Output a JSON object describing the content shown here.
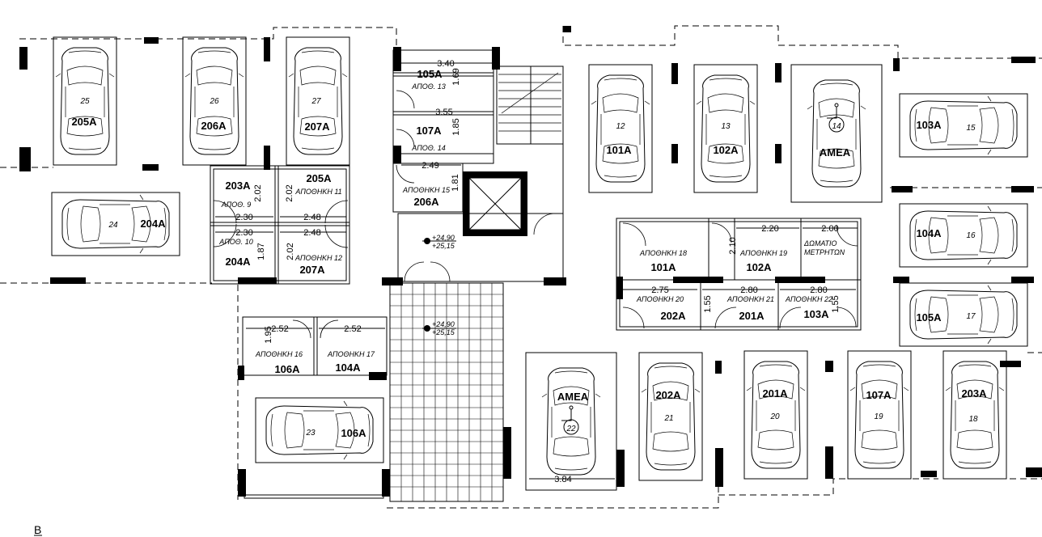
{
  "corner_label": "B",
  "parking_spaces": [
    {
      "num": "25",
      "unit": "205A"
    },
    {
      "num": "26",
      "unit": "206A"
    },
    {
      "num": "27",
      "unit": "207A"
    },
    {
      "num": "24",
      "unit": "204A"
    },
    {
      "num": "23",
      "unit": "106A"
    },
    {
      "num": "12",
      "unit": "101A"
    },
    {
      "num": "13",
      "unit": "102A"
    },
    {
      "num": "14",
      "unit": "ΑΜΕΑ"
    },
    {
      "num": "15",
      "unit": "103A"
    },
    {
      "num": "16",
      "unit": "104A"
    },
    {
      "num": "17",
      "unit": "105A"
    },
    {
      "num": "22",
      "unit": "ΑΜΕΑ"
    },
    {
      "num": "21",
      "unit": "202A"
    },
    {
      "num": "20",
      "unit": "201A"
    },
    {
      "num": "19",
      "unit": "107A"
    },
    {
      "num": "18",
      "unit": "203A"
    }
  ],
  "storage_rooms": [
    {
      "name": "ΑΠΟΘ. 9",
      "unit": "203A"
    },
    {
      "name": "ΑΠΟΘ. 10",
      "unit": "204A"
    },
    {
      "name": "ΑΠΟΘΗΚΗ 11",
      "unit": "205A"
    },
    {
      "name": "ΑΠΟΘΗΚΗ 12",
      "unit": "207A"
    },
    {
      "name": "ΑΠΟΘ. 13",
      "unit": "105A"
    },
    {
      "name": "ΑΠΟΘ. 14",
      "unit": "107A"
    },
    {
      "name": "ΑΠΟΘΗΚΗ 15",
      "unit": "206A"
    },
    {
      "name": "ΑΠΟΘΗΚΗ 16",
      "unit": "106A"
    },
    {
      "name": "ΑΠΟΘΗΚΗ 17",
      "unit": "104A"
    },
    {
      "name": "ΑΠΟΘΗΚΗ 18",
      "unit": "101A"
    },
    {
      "name": "ΑΠΟΘΗΚΗ 19",
      "unit": "102A"
    },
    {
      "name": "ΑΠΟΘΗΚΗ 20",
      "unit": "202A"
    },
    {
      "name": "ΑΠΟΘΗΚΗ 21",
      "unit": "201A"
    },
    {
      "name": "ΑΠΟΘΗΚΗ 22",
      "unit": "103A"
    }
  ],
  "meter_room": [
    "ΔΩΜΑΤΙΟ",
    "ΜΕΤΡΗΤΩΝ"
  ],
  "dimensions": [
    "2.02",
    "2.02",
    "2.30",
    "2.48",
    "2.30",
    "2.48",
    "1.87",
    "2.02",
    "3.40",
    "1.69",
    "3.55",
    "1.85",
    "2.49",
    "1.81",
    "2.20",
    "2.00",
    "2.10",
    "2.75",
    "2.80",
    "2.80",
    "1.55",
    "1.55",
    "1.95",
    "2.52",
    "2.52",
    "3.84"
  ],
  "levels": [
    {
      "top": "+24,90",
      "bottom": "+25,15"
    },
    {
      "top": "+24,90",
      "bottom": "+25,15"
    }
  ]
}
